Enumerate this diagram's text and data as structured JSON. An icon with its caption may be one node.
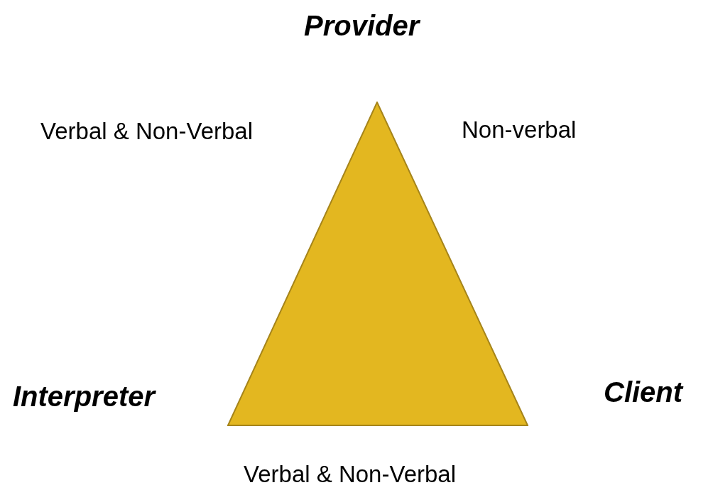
{
  "diagram": {
    "nodes": [
      {
        "text": [
          "Provider"
        ]
      },
      {
        "text": [
          "Interpreter"
        ]
      },
      {
        "text": [
          "Client"
        ]
      },
      {
        "text": [],
        "shape": "triangle"
      }
    ],
    "labels": [
      "Verbal & Non-Verbal",
      "Non-verbal",
      "Verbal & Non-Verbal"
    ]
  }
}
